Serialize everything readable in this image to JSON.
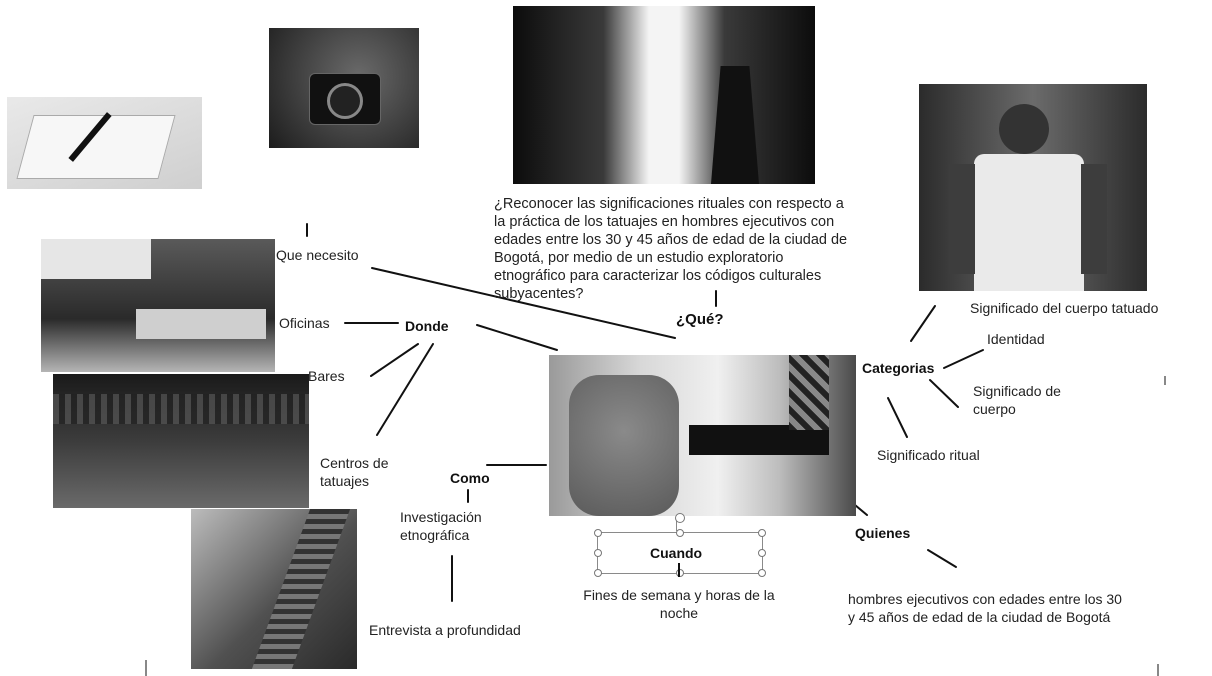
{
  "question": "¿Reconocer las significaciones rituales con respecto a la práctica de los tatuajes en hombres ejecutivos con edades entre los 30 y 45 años de edad de la ciudad de Bogotá, por medio de un estudio exploratorio etnográfico para caracterizar los códigos culturales subyacentes?",
  "que": "¿Qué?",
  "que_necesito": "Que necesito",
  "donde": {
    "title": "Donde",
    "oficinas": "Oficinas",
    "bares": "Bares",
    "centros": "Centros de tatuajes"
  },
  "como": {
    "title": "Como",
    "investigacion": "Investigación etnográfica",
    "entrevista": "Entrevista a profundidad"
  },
  "cuando": {
    "title": "Cuando",
    "value": "Fines de semana y horas de la noche"
  },
  "quienes": {
    "title": "Quienes",
    "value": "hombres ejecutivos con edades entre los 30 y 45 años de edad de la ciudad de Bogotá"
  },
  "categorias": {
    "title": "Categorias",
    "significado_cuerpo_tatuado": "Significado del cuerpo tatuado",
    "identidad": "Identidad",
    "significado_cuerpo": "Significado de cuerpo",
    "significado_ritual": "Significado ritual"
  },
  "images": [
    "notebook-pen-photo",
    "camera-photo",
    "suit-tie-photo",
    "tattooed-man-photo",
    "office-photo",
    "bar-photo",
    "tattoo-studio-photo",
    "tattooed-arm-center-photo"
  ]
}
